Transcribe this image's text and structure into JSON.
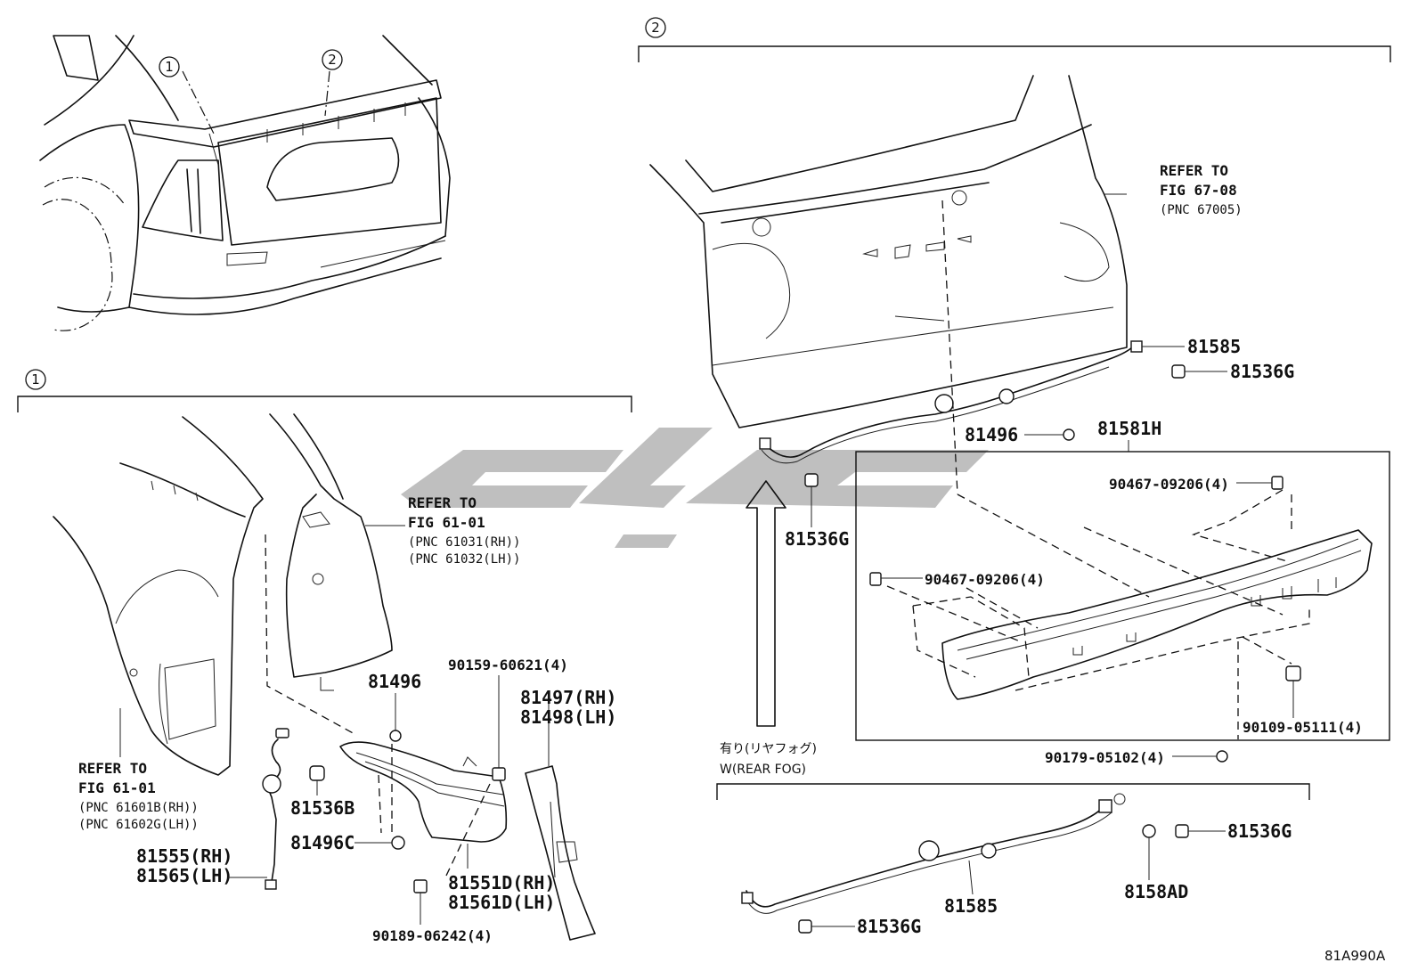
{
  "callouts": {
    "one": "1",
    "two": "2"
  },
  "references": {
    "tailgate_fig": "REFER TO",
    "tailgate_fig2": "FIG 67-08",
    "tailgate_pnc": "(PNC 67005)",
    "quarter_fig": "REFER TO",
    "quarter_fig2": "FIG 61-01",
    "quarter_pnc1": "(PNC 61031(RH))",
    "quarter_pnc2": "(PNC 61032(LH))",
    "body_fig": "REFER TO",
    "body_fig2": "FIG 61-01",
    "body_pnc1": "(PNC 61601B(RH))",
    "body_pnc2": "(PNC 61602G(LH))"
  },
  "parts": {
    "p81585_top": "81585",
    "p81536G_top": "81536G",
    "p81496_right": "81496",
    "p81581H": "81581H",
    "p90467_a": "90467-09206(4)",
    "p90467_b": "90467-09206(4)",
    "p81536G_mid": "81536G",
    "p90109": "90109-05111(4)",
    "p90179": "90179-05102(4)",
    "p81536G_low_right": "81536G",
    "p8158AD": "8158AD",
    "p81585_low": "81585",
    "p81536G_low": "81536G",
    "p81496_left": "81496",
    "p90159": "90159-60621(4)",
    "p81497": "81497(RH)",
    "p81498": "81498(LH)",
    "p81536B": "81536B",
    "p81496C": "81496C",
    "p81555": "81555(RH)",
    "p81565": "81565(LH)",
    "p81551D": "81551D(RH)",
    "p81561D": "81561D(LH)",
    "p90189": "90189-06242(4)"
  },
  "condition": {
    "jp": "有り(リヤフォグ)",
    "en": "W(REAR FOG)"
  },
  "figure_code": "81A990A"
}
